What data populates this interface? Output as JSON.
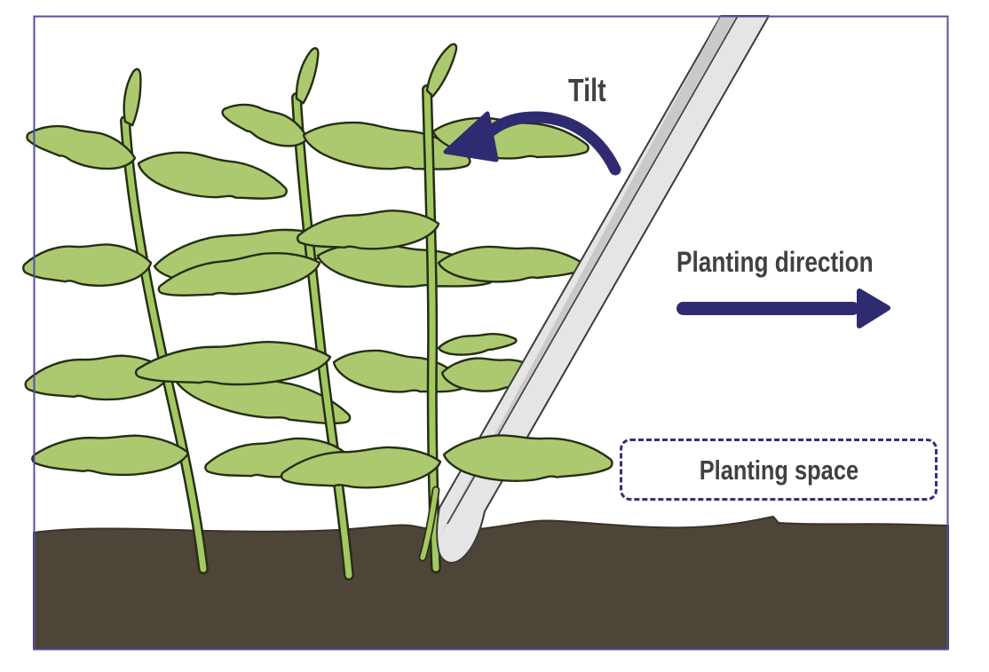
{
  "diagram": {
    "labels": {
      "tilt": "Tilt",
      "planting_direction": "Planting direction",
      "planting_space": "Planting space"
    },
    "icons": {
      "tilt_arrow": "curved-arrow-counterclockwise-left",
      "planting_direction_arrow": "thick-arrow-right"
    },
    "scene": {
      "plants": "three soybean seedlings in soil",
      "tool": "planting stick (dibber) tilted into soil",
      "ground": "soil bed"
    },
    "colors": {
      "accent_navy": "#2f2b71",
      "dashed_border_navy": "#32307d",
      "leaf_green": "#acc96f",
      "stem_green": "#a4c861",
      "leaf_outline": "#262e14",
      "soil_brown": "#4e4539",
      "soil_outline": "#38322a",
      "tool_gray": "#e5e5e5",
      "tool_shadow_gray": "#c9c9c9",
      "tool_outline": "#3b3b3b",
      "frame_border": "#564f9f",
      "label_text": "#414042",
      "background": "#ffffff"
    }
  }
}
